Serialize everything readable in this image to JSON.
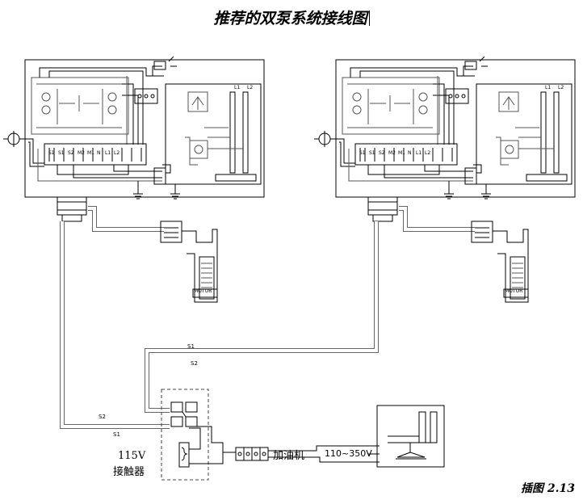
{
  "title": "推荐的双泵系统接线图",
  "figure_number": "插图 2.13",
  "pump_unit": {
    "terminal_labels": [
      "S1",
      "S1",
      "S2",
      "M2",
      "M1",
      "N",
      "L1",
      "L2"
    ],
    "starter_labels": [
      "L1",
      "L2"
    ],
    "motor_label": "MOTOR"
  },
  "wires": {
    "s1": "S1",
    "s2": "S2"
  },
  "contactor": {
    "voltage": "115V",
    "name": "接触器"
  },
  "dispenser_label": "加油机",
  "supply_voltage": "110~350V"
}
